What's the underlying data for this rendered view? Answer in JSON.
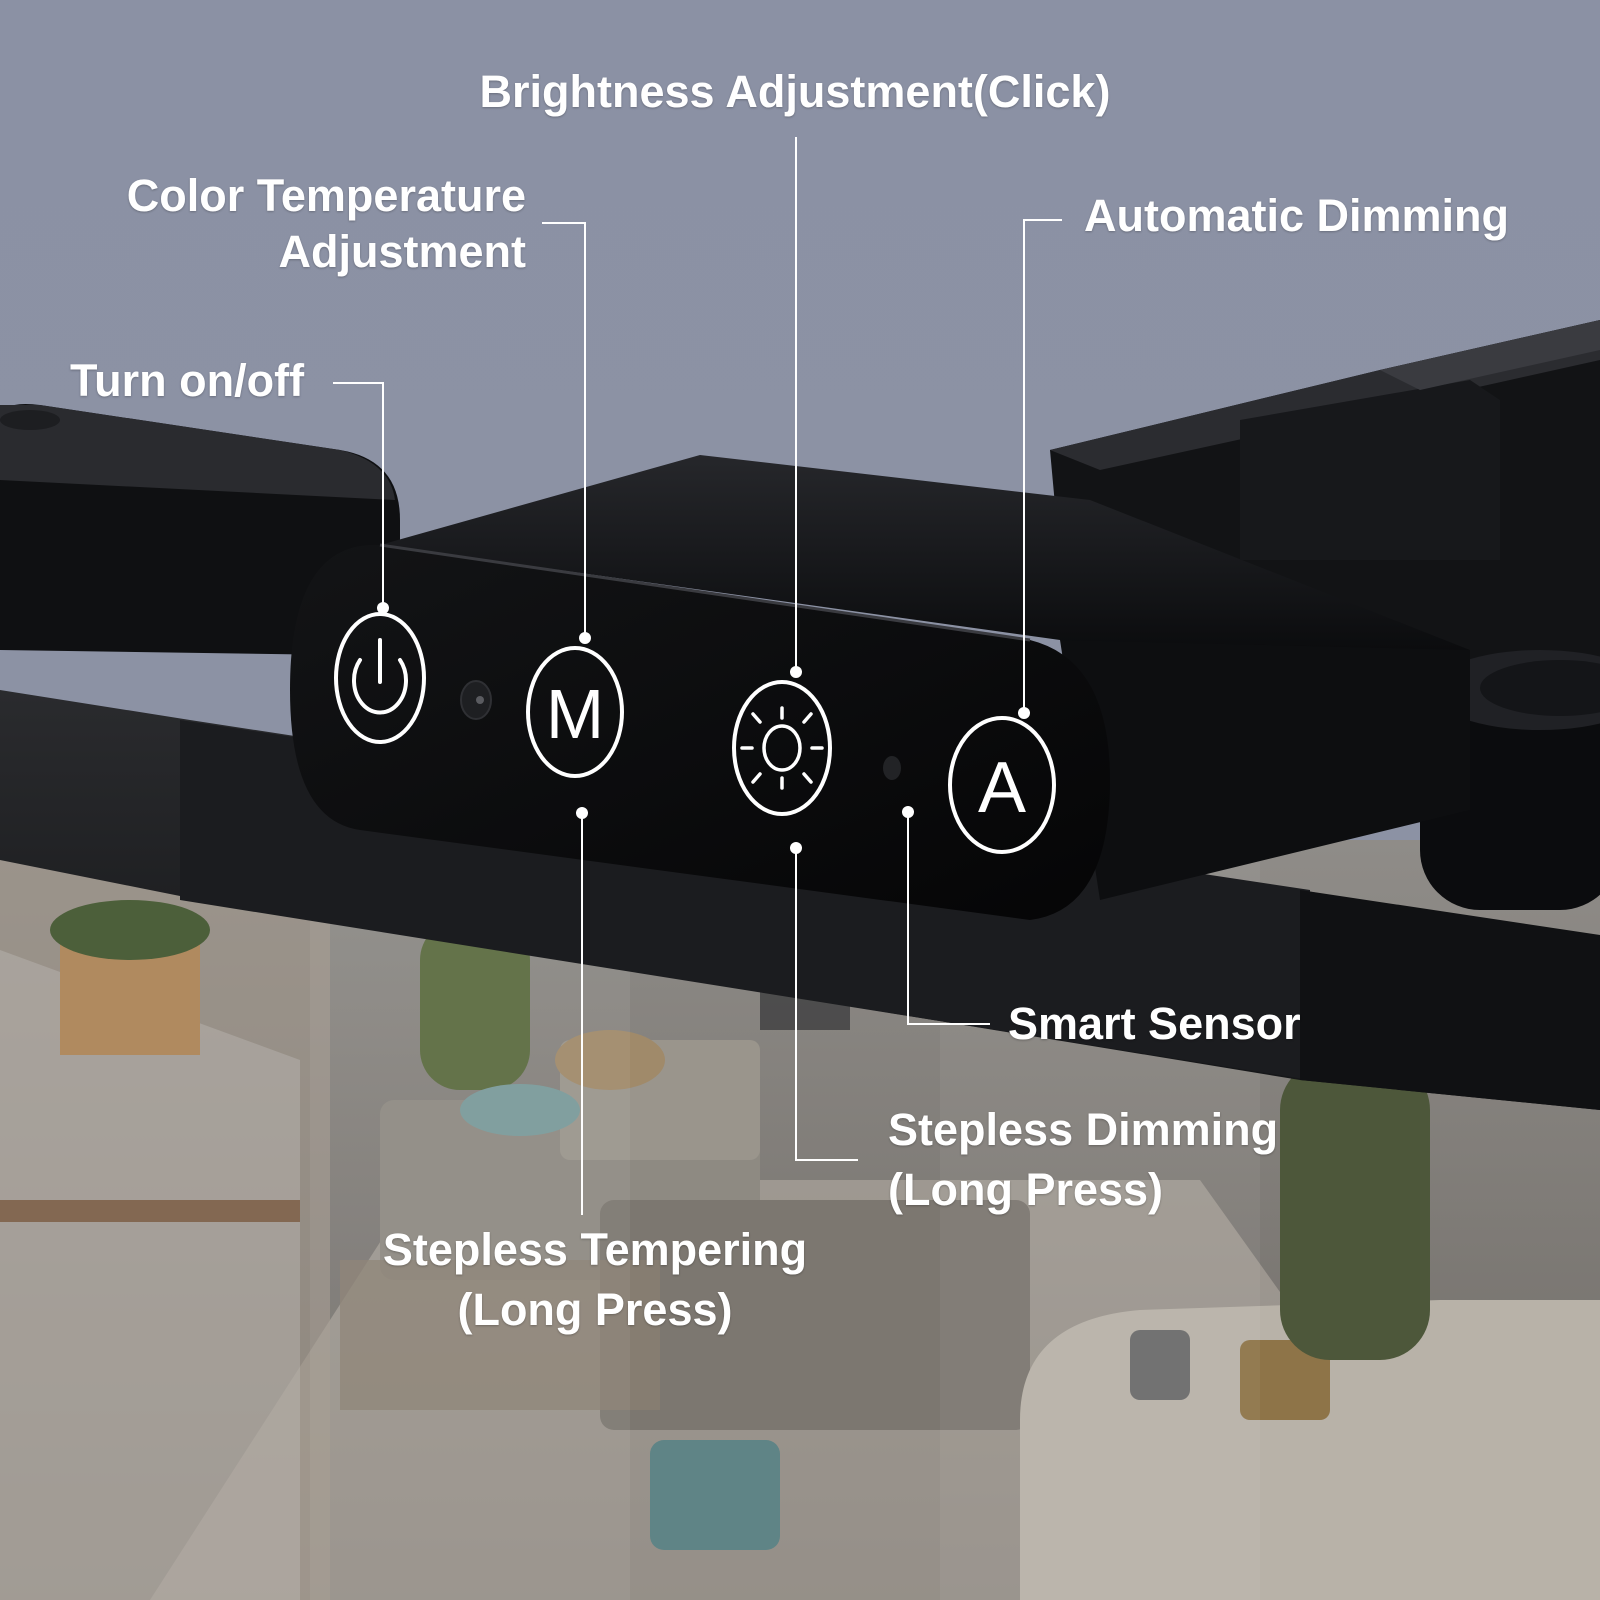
{
  "labels": {
    "brightness": "Brightness Adjustment(Click)",
    "color_temp_line1": "Color Temperature",
    "color_temp_line2": "Adjustment",
    "auto_dimming": "Automatic Dimming",
    "power": "Turn on/off",
    "smart_sensor": "Smart Sensor",
    "stepless_dimming_line1": "Stepless Dimming",
    "stepless_dimming_line2": "(Long Press)",
    "stepless_tempering_line1": "Stepless Tempering",
    "stepless_tempering_line2": "(Long Press)"
  },
  "buttons": {
    "mode_glyph": "M",
    "auto_glyph": "A"
  },
  "colors": {
    "sky": "#8a90a3",
    "lamp_body": "#0b0c0e",
    "button_ring": "#ffffff",
    "room_floor": "#a9a29a"
  },
  "icons": [
    "power-icon",
    "sun-icon"
  ]
}
